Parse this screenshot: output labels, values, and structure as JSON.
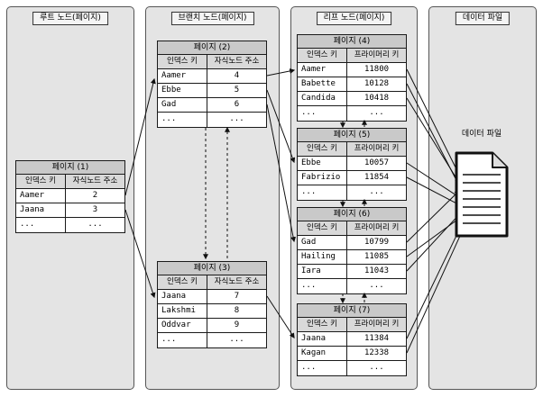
{
  "panels": [
    {
      "title": "루트 노드(페이지)"
    },
    {
      "title": "브랜치 노드(페이지)"
    },
    {
      "title": "리프 노드(페이지)"
    },
    {
      "title": "데이터 파일"
    }
  ],
  "datafile_label": "데이터 파일",
  "tables": [
    {
      "title": "페이지 (1)",
      "columns": [
        "인덱스 키",
        "자식노드 주소"
      ],
      "rows": [
        [
          "Aamer",
          "2"
        ],
        [
          "Jaana",
          "3"
        ],
        [
          "...",
          "..."
        ]
      ]
    },
    {
      "title": "페이지 (2)",
      "columns": [
        "인덱스 키",
        "자식노드 주소"
      ],
      "rows": [
        [
          "Aamer",
          "4"
        ],
        [
          "Ebbe",
          "5"
        ],
        [
          "Gad",
          "6"
        ],
        [
          "...",
          "..."
        ]
      ]
    },
    {
      "title": "페이지 (3)",
      "columns": [
        "인덱스 키",
        "자식노드 주소"
      ],
      "rows": [
        [
          "Jaana",
          "7"
        ],
        [
          "Lakshmi",
          "8"
        ],
        [
          "Oddvar",
          "9"
        ],
        [
          "...",
          "..."
        ]
      ]
    },
    {
      "title": "페이지 (4)",
      "columns": [
        "인덱스 키",
        "프라이머리 키"
      ],
      "rows": [
        [
          "Aamer",
          "11800"
        ],
        [
          "Babette",
          "10128"
        ],
        [
          "Candida",
          "10418"
        ],
        [
          "...",
          "..."
        ]
      ]
    },
    {
      "title": "페이지 (5)",
      "columns": [
        "인덱스 키",
        "프라이머리 키"
      ],
      "rows": [
        [
          "Ebbe",
          "10057"
        ],
        [
          "Fabrizio",
          "11854"
        ],
        [
          "...",
          "..."
        ]
      ]
    },
    {
      "title": "페이지 (6)",
      "columns": [
        "인덱스 키",
        "프라이머리 키"
      ],
      "rows": [
        [
          "Gad",
          "10799"
        ],
        [
          "Hailing",
          "11085"
        ],
        [
          "Iara",
          "11043"
        ],
        [
          "...",
          "..."
        ]
      ]
    },
    {
      "title": "페이지 (7)",
      "columns": [
        "인덱스 키",
        "프라이머리 키"
      ],
      "rows": [
        [
          "Jaana",
          "11384"
        ],
        [
          "Kagan",
          "12338"
        ],
        [
          "...",
          "..."
        ]
      ]
    }
  ],
  "colors": {
    "panel_bg": "#e4e4e4",
    "table_title_bg": "#c9c9c9",
    "table_header_bg": "#d9d9d9",
    "arrow": "#111111"
  }
}
